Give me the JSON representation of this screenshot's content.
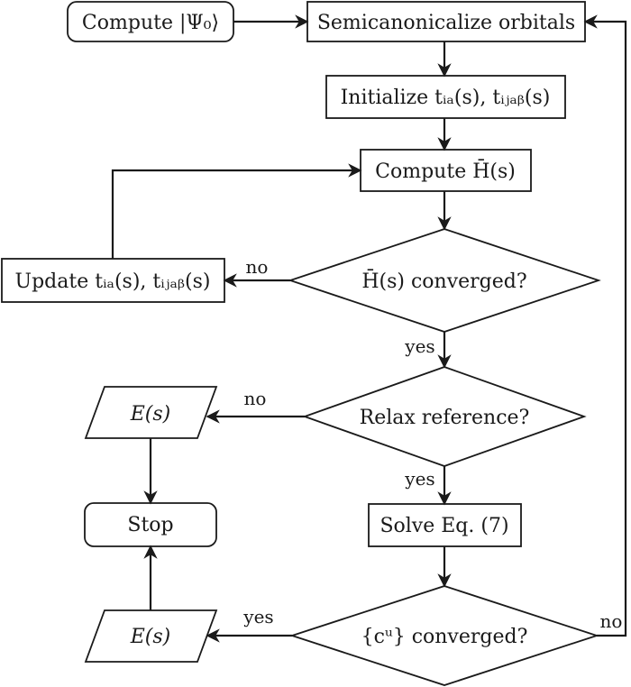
{
  "nodes": {
    "compute_psi0": "Compute |Ψ₀⟩",
    "semicanonicalize": "Semicanonicalize orbitals",
    "initialize_t": "Initialize tᵢₐ(s), tᵢⱼₐᵦ(s)",
    "compute_hbar": "Compute H̄(s)",
    "hbar_converged": "H̄(s) converged?",
    "update_t": "Update tᵢₐ(s), tᵢⱼₐᵦ(s)",
    "relax_reference": "Relax reference?",
    "energy_upper": "E(s)",
    "stop": "Stop",
    "solve_eq": "Solve Eq. (7)",
    "cmu_converged": "{cᵘ} converged?",
    "energy_lower": "E(s)"
  },
  "edge_labels": {
    "hbar_no": "no",
    "hbar_yes": "yes",
    "relax_no": "no",
    "relax_yes": "yes",
    "cmu_yes": "yes",
    "cmu_no": "no"
  }
}
